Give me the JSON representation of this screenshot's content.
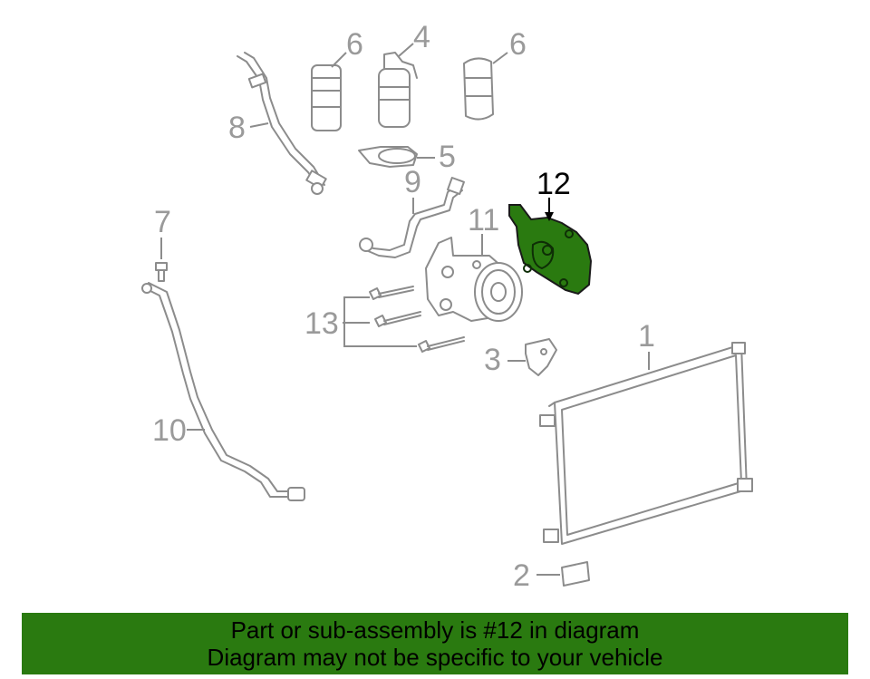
{
  "callouts": {
    "c1": "1",
    "c2": "2",
    "c3": "3",
    "c4": "4",
    "c5": "5",
    "c6a": "6",
    "c6b": "6",
    "c7": "7",
    "c8": "8",
    "c9": "9",
    "c10": "10",
    "c11": "11",
    "c12": "12",
    "c13": "13"
  },
  "banner": {
    "line1": "Part or sub-assembly is #12 in diagram",
    "line2": "Diagram may not be specific to your vehicle"
  },
  "colors": {
    "highlight": "#2a7a10",
    "banner_bg": "#2a7a10",
    "line": "#8c8c8c"
  }
}
